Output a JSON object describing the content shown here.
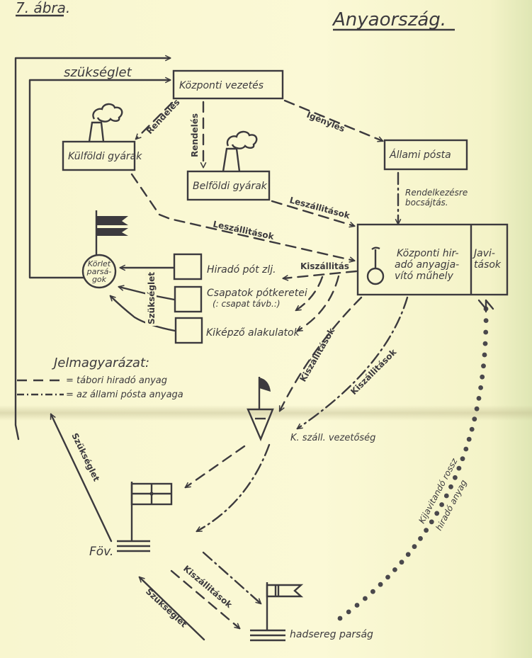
{
  "figure_label": "7. ábra.",
  "title": "Anyaország.",
  "nodes": {
    "kozponti_vezetes": "Központi vezetés",
    "kulfoldi_gyarak": "Külföldi gyárak",
    "belfoldi_gyarak": "Belföldi gyárak",
    "allami_posta": "Állami pósta",
    "muhely": [
      "Központi hir-",
      "adó anyagja-",
      "vító műhely"
    ],
    "javitasok": [
      "Javi-",
      "tások"
    ],
    "korlet": [
      "Körlet",
      "parsá-",
      "gok"
    ],
    "hirado_pot": "Hiradó pót zlj.",
    "csapatok_pot": [
      "Csapatok pótkeretei",
      "(: csapat távb.:)"
    ],
    "kikepzo": "Kiképző alakulatok",
    "k_szall": "K. száll. vezetőség",
    "fov": "Föv.",
    "hadsereg": "hadsereg parság"
  },
  "edge_labels": {
    "szukseglet_top": "szükséglet",
    "rendeles_1": "Rendelés",
    "rendeles_2": "Rendelés",
    "igenyles": "Igénylés",
    "rendelkezesre": [
      "Rendelkezésre",
      "bocsájtás."
    ],
    "leszallitasok_1": "Leszállitások",
    "leszallitasok_2": "Leszállitások",
    "kiszallitas": "Kiszállitás",
    "szukseglet_left": "Szükséglet",
    "kiszallitasok_1": "Kiszállitások",
    "kiszallitasok_2": "Kiszállitások",
    "szukseglet_fov": "Szükséglet",
    "kiszallitasok_3": "Kiszállitások",
    "szukseglet_bottom": "Szükséglet",
    "kijavitando": [
      "Kijavitandó rossz",
      "hiradó anyag"
    ]
  },
  "legend": {
    "title": "Jelmagyarázat:",
    "items": [
      {
        "style": "dashed",
        "label": "= tábori hiradó anyag"
      },
      {
        "style": "dash-dot",
        "label": "= az állami pósta anyaga"
      }
    ]
  },
  "colors": {
    "ink": "#3c3a3e",
    "paper": "#f8f6cf"
  }
}
